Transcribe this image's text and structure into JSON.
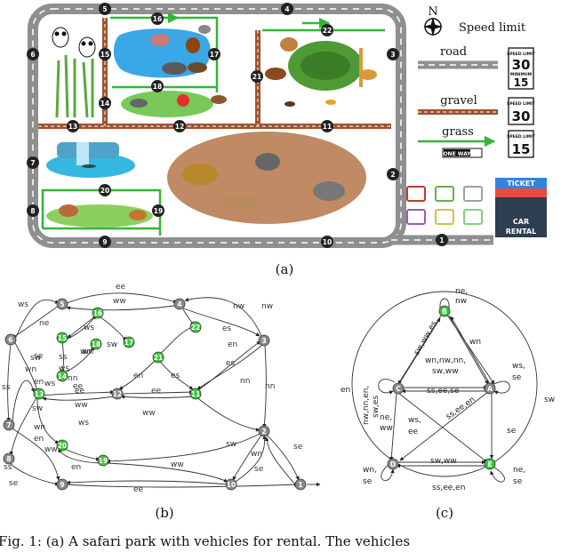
{
  "panels": {
    "a": "(a)",
    "b": "(b)",
    "c": "(c)"
  },
  "caption": "Fig. 1: (a) A safari park with vehicles for rental. The vehicles",
  "legend": {
    "north": "N",
    "speed_limit": "Speed limit",
    "road": "road",
    "gravel": "gravel",
    "grass": "grass",
    "road_sign": {
      "top": "SPEED LIMIT",
      "value": "30",
      "bottom": "MINIMUM",
      "min": "15"
    },
    "gravel_sign": {
      "top": "SPEED LIMIT",
      "value": "30"
    },
    "grass_sign": {
      "top": "SPEED LIMIT",
      "value": "15"
    },
    "one_way": "ONE WAY"
  },
  "rental": {
    "ticket": "TICKET",
    "car": "CAR",
    "rental": "RENTAL"
  },
  "colors": {
    "road": "#8f8f8f",
    "gravel": "#a0522d",
    "grass": "#35b535",
    "node_dark": "#222222",
    "node_gray": "#8a8a8a",
    "node_green": "#3cc43c"
  },
  "map_nodes": [
    "1",
    "2",
    "3",
    "4",
    "5",
    "6",
    "7",
    "8",
    "9",
    "10",
    "11",
    "12",
    "13",
    "14",
    "15",
    "16",
    "17",
    "18",
    "19",
    "20",
    "21",
    "22"
  ],
  "graph_b": {
    "nodes": [
      "1",
      "2",
      "3",
      "4",
      "5",
      "6",
      "7",
      "8",
      "9",
      "10",
      "11",
      "12",
      "13",
      "14",
      "15",
      "16",
      "17",
      "18",
      "19",
      "20",
      "21",
      "22"
    ],
    "edge_labels": [
      "ee",
      "ww",
      "ne",
      "nw",
      "ws",
      "es",
      "sw",
      "se",
      "wn",
      "en",
      "nn",
      "ss",
      "ws",
      "ee",
      "ww",
      "sw",
      "wn",
      "en",
      "ww",
      "se",
      "ss",
      "ww",
      "ee",
      "es",
      "en",
      "nn",
      "ws",
      "ss",
      "wn",
      "ee",
      "nw",
      "es",
      "sw",
      "se",
      "ww",
      "wn",
      "en",
      "ee",
      "se",
      "en",
      "sw",
      "ws",
      "wn",
      "nn",
      "ws"
    ]
  },
  "graph_c": {
    "nodes": [
      "A",
      "B",
      "C",
      "D",
      "E"
    ],
    "edge_labels": [
      "ne,\nnw",
      "wn",
      "ws,\nse",
      "sw",
      "en",
      "nw,nn,en,\nsw,es",
      "sw,ww,es",
      "wn,nw,nn,\nsw,ww",
      "ss,ee,se",
      "ss,ee,en",
      "ne,\nww",
      "ws,\nee",
      "se",
      "sw,ww",
      "ss,ee,en",
      "ne,\nse",
      "wn,\nse"
    ]
  }
}
